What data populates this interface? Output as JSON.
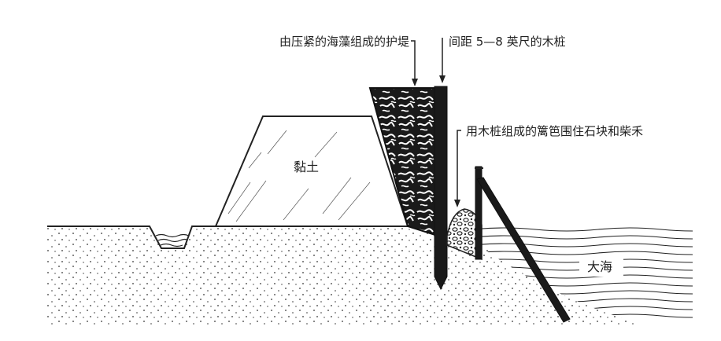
{
  "labels": {
    "seaweed_dike": "由压紧的海藻组成的护堤",
    "piles": "间距 5—8 英尺的木桩",
    "wattle_fence": "用木桩组成的篱笆围住石块和柴禾",
    "clay": "黏土",
    "sea": "大海"
  },
  "colors": {
    "ink": "#222222",
    "fill_dark": "#1a1a1a",
    "paper": "#ffffff"
  }
}
